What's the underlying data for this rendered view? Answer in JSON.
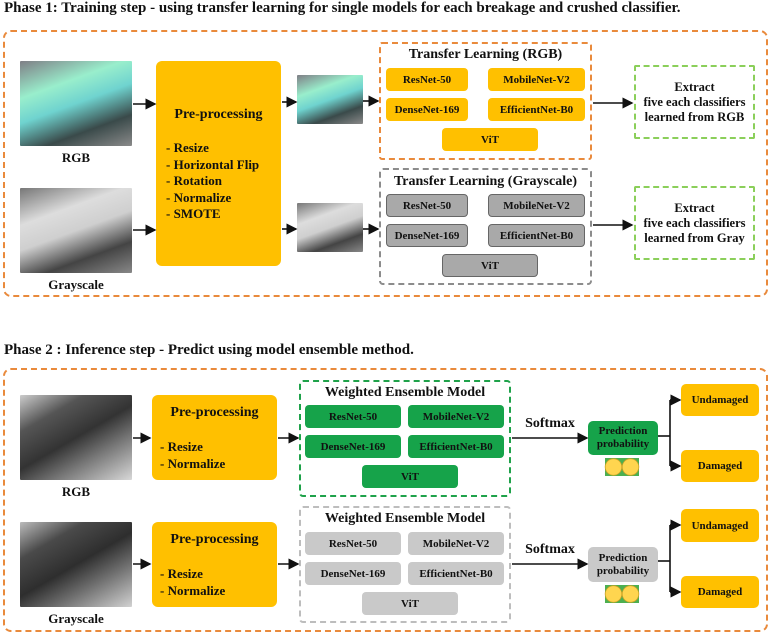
{
  "phase1": {
    "title": "Phase 1: Training step - using transfer learning for single models for each breakage and crushed classifier.",
    "rgb_label": "RGB",
    "gray_label": "Grayscale",
    "preprocessing": {
      "title": "Pre-processing",
      "steps": [
        "- Resize",
        "- Horizontal Flip",
        "- Rotation",
        "- Normalize",
        "- SMOTE"
      ]
    },
    "tl_rgb": {
      "title": "Transfer Learning (RGB)",
      "models": [
        "ResNet-50",
        "MobileNet-V2",
        "DenseNet-169",
        "EfficientNet-B0",
        "ViT"
      ]
    },
    "tl_gray": {
      "title": "Transfer Learning (Grayscale)",
      "models": [
        "ResNet-50",
        "MobileNet-V2",
        "DenseNet-169",
        "EfficientNet-B0",
        "ViT"
      ]
    },
    "extract_rgb": [
      "Extract",
      "five each classifiers",
      "learned from RGB"
    ],
    "extract_gray": [
      "Extract",
      "five each classifiers",
      "learned from Gray"
    ]
  },
  "phase2": {
    "title": "Phase 2 : Inference step - Predict using model ensemble method.",
    "rgb_label": "RGB",
    "gray_label": "Grayscale",
    "preprocessing": {
      "title": "Pre-processing",
      "steps": [
        "- Resize",
        "- Normalize"
      ]
    },
    "ensemble_rgb": {
      "title": "Weighted Ensemble Model",
      "models": [
        "ResNet-50",
        "MobileNet-V2",
        "DenseNet-169",
        "EfficientNet-B0",
        "ViT"
      ]
    },
    "ensemble_gray": {
      "title": "Weighted Ensemble Model",
      "models": [
        "ResNet-50",
        "MobileNet-V2",
        "DenseNet-169",
        "EfficientNet-B0",
        "ViT"
      ]
    },
    "softmax": "Softmax",
    "prediction": [
      "Prediction",
      "probability"
    ],
    "outputs": [
      "Undamaged",
      "Damaged"
    ]
  },
  "colors": {
    "orange": "#FFC000",
    "green": "#16A34A",
    "gray": "#A9A9A9",
    "border_orange": "#E98A3C"
  }
}
